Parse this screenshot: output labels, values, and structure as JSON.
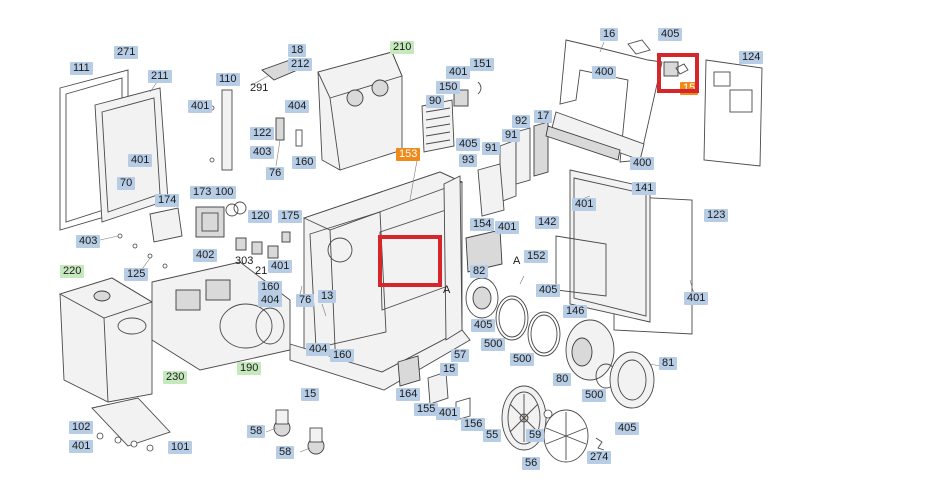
{
  "colors": {
    "callout_blue": "#b7cde6",
    "callout_green": "#c6e8bd",
    "callout_orange": "#f08a1a",
    "highlight_red": "#d6262c",
    "line": "#4a4a4a"
  },
  "callouts": {
    "c111": "111",
    "c271": "271",
    "c211": "211",
    "c401a": "401",
    "c70": "70",
    "c403a": "403",
    "c125": "125",
    "c174": "174",
    "c173": "173",
    "c100": "100",
    "c402": "402",
    "c110": "110",
    "c401b": "401",
    "c122": "122",
    "c403b": "403",
    "c76a": "76",
    "c18": "18",
    "c212": "212",
    "c291": "291",
    "c404a": "404",
    "c160a": "160",
    "c210": "210",
    "c401c": "401",
    "c151": "151",
    "c150": "150",
    "c90": "90",
    "c153a": "153",
    "c405a": "405",
    "c91a": "91",
    "c92": "92",
    "c91b": "91",
    "c17": "17",
    "c93": "93",
    "c16": "16",
    "c405b": "405",
    "c400a": "400",
    "c15x": "15",
    "c124": "124",
    "c400b": "400",
    "c141": "141",
    "c401d": "401",
    "c123": "123",
    "c142": "142",
    "c154": "154",
    "c401e": "401",
    "c120": "120",
    "c175": "175",
    "c303": "303",
    "c21": "21",
    "c401f": "401",
    "c160b": "160",
    "c404b": "404",
    "c76b": "76",
    "c13": "13",
    "c82": "82",
    "c152": "152",
    "cA1": "A",
    "cA2": "A",
    "c405c": "405",
    "c405d": "405",
    "c146": "146",
    "c500a": "500",
    "c500b": "500",
    "c80": "80",
    "c500c": "500",
    "c81": "81",
    "c401g": "401",
    "c404c": "404",
    "c160c": "160",
    "c57": "57",
    "c15a": "15",
    "c15b": "15",
    "c164": "164",
    "c155": "155",
    "c401h": "401",
    "c156": "156",
    "c55": "55",
    "c59": "59",
    "c56": "56",
    "c274": "274",
    "c405e": "405",
    "c220": "220",
    "c230": "230",
    "c190": "190",
    "c102": "102",
    "c401i": "401",
    "c101": "101",
    "c58a": "58",
    "c58b": "58"
  }
}
